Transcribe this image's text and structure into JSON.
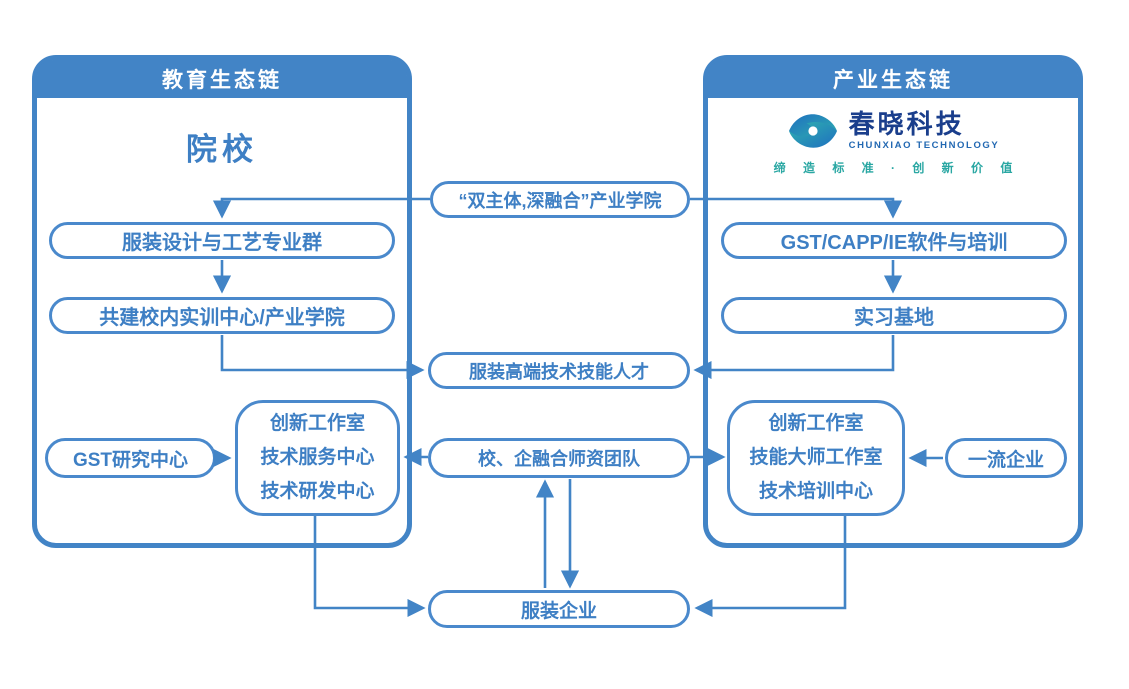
{
  "colors": {
    "primary_blue": "#4284c6",
    "border_blue": "#4a89cc",
    "text_blue": "#3e7fc4",
    "logo_navy": "#1a3e8c",
    "logo_blue": "#2268b2",
    "teal": "#2aa7a3"
  },
  "left_panel": {
    "header": "教育生态链",
    "heading": "院校",
    "box1": "服装设计与工艺专业群",
    "box2": "共建校内实训中心/产业学院",
    "gst_center": "GST研究中心",
    "multi_box": {
      "lines": [
        "创新工作室",
        "技术服务中心",
        "技术研发中心"
      ]
    }
  },
  "right_panel": {
    "header": "产业生态链",
    "logo": {
      "name": "春晓科技",
      "english": "CHUNXIAO TECHNOLOGY",
      "slogan": "缔 造 标 准 · 创 新 价 值"
    },
    "box1": "GST/CAPP/IE软件与培训",
    "box2": "实习基地",
    "multi_box": {
      "lines": [
        "创新工作室",
        "技能大师工作室",
        "技术培训中心"
      ]
    },
    "enterprise": "一流企业"
  },
  "center": {
    "industry_college": "“双主体,深融合”产业学院",
    "talent": "服装高端技术技能人才",
    "faculty": "校、企融合师资团队",
    "fashion_enterprise": "服装企业"
  }
}
